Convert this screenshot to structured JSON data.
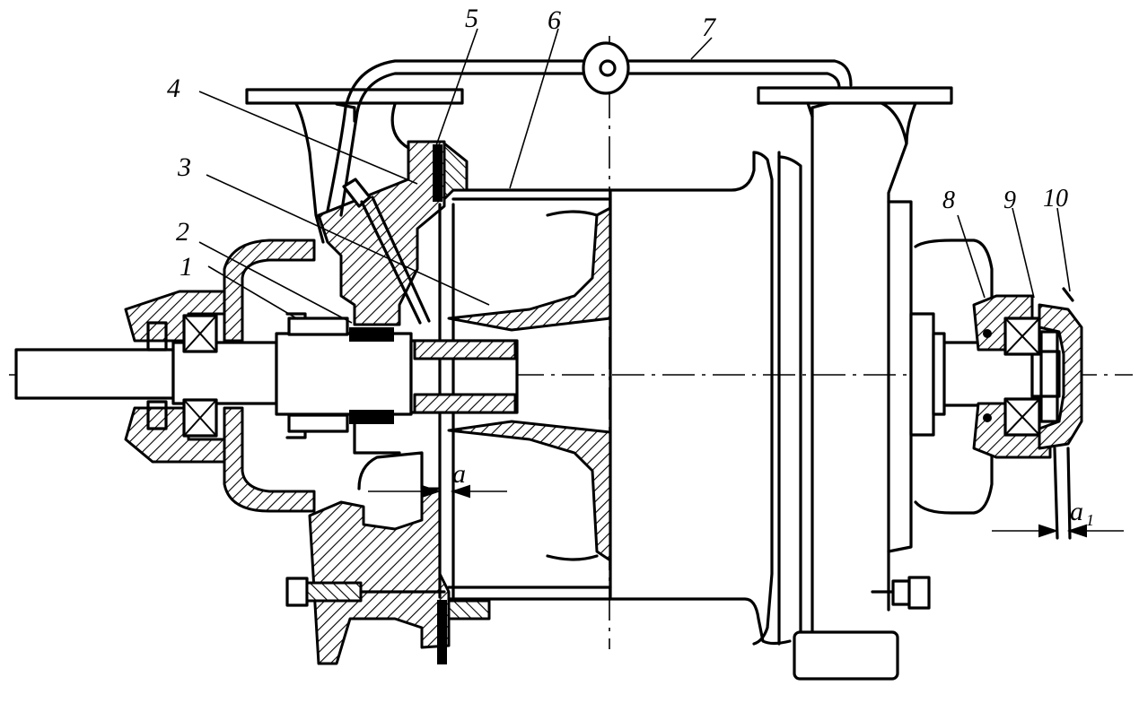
{
  "labels": {
    "l1": "1",
    "l2": "2",
    "l3": "3",
    "l4": "4",
    "l5": "5",
    "l6": "6",
    "l7": "7",
    "l8": "8",
    "l9": "9",
    "l10": "10"
  },
  "dimensions": {
    "gap_a": "a",
    "gap_a1_main": "a",
    "gap_a1_sub": "1"
  }
}
